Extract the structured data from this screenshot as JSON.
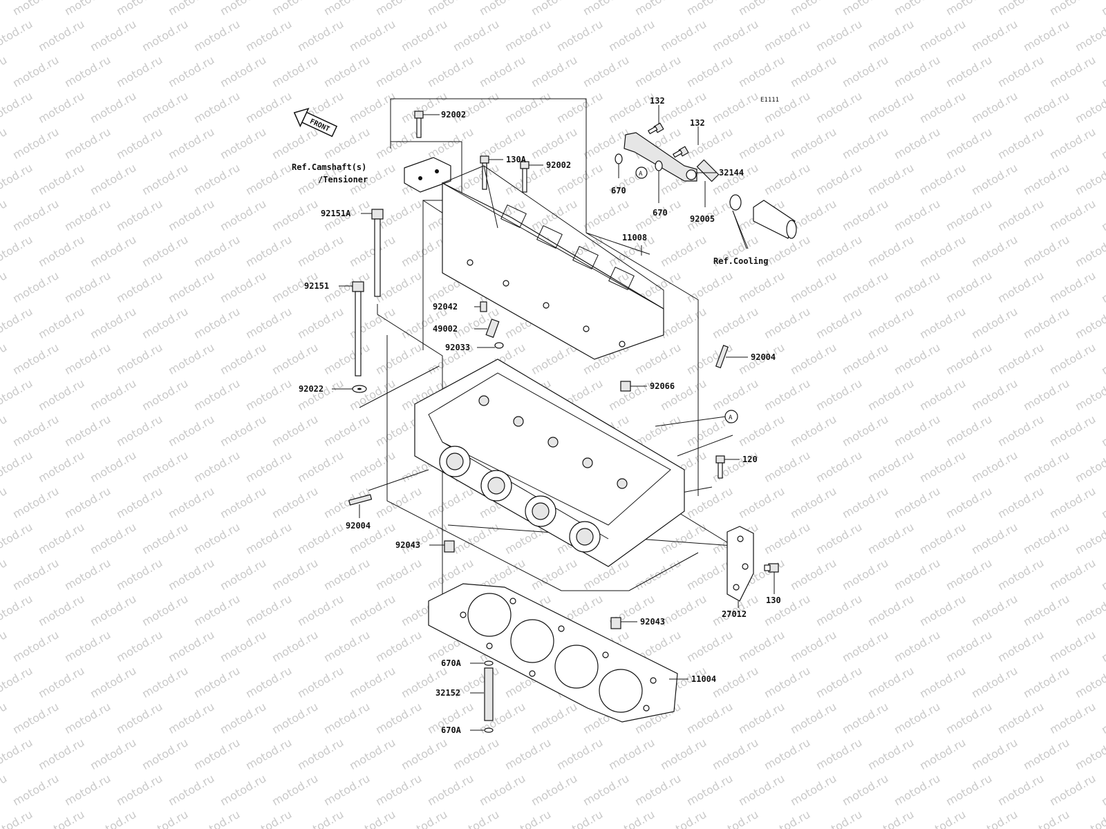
{
  "diagram_code": "E1111",
  "watermark": "motod.ru",
  "front_label": "FRONT",
  "circle_ref": "A",
  "labels": {
    "l92002a": "92002",
    "l130a": "130A",
    "l92002b": "92002",
    "lref_cam1": "Ref.Camshaft(s)",
    "lref_cam2": "/Tensioner",
    "l92151a": "92151A",
    "l92151": "92151",
    "l11008": "11008",
    "l92042": "92042",
    "l49002": "49002",
    "l92033": "92033",
    "l92022": "92022",
    "l92004a": "92004",
    "l92066": "92066",
    "l92004b": "92004",
    "l120": "120",
    "l130": "130",
    "l27012": "27012",
    "l92043a": "92043",
    "l92043b": "92043",
    "l11004": "11004",
    "l670a1": "670A",
    "l32152": "32152",
    "l670a2": "670A",
    "l132a": "132",
    "l132b": "132",
    "l32144": "32144",
    "l670x": "670",
    "l670y": "670",
    "l92005": "92005",
    "lref_cool": "Ref.Cooling"
  }
}
